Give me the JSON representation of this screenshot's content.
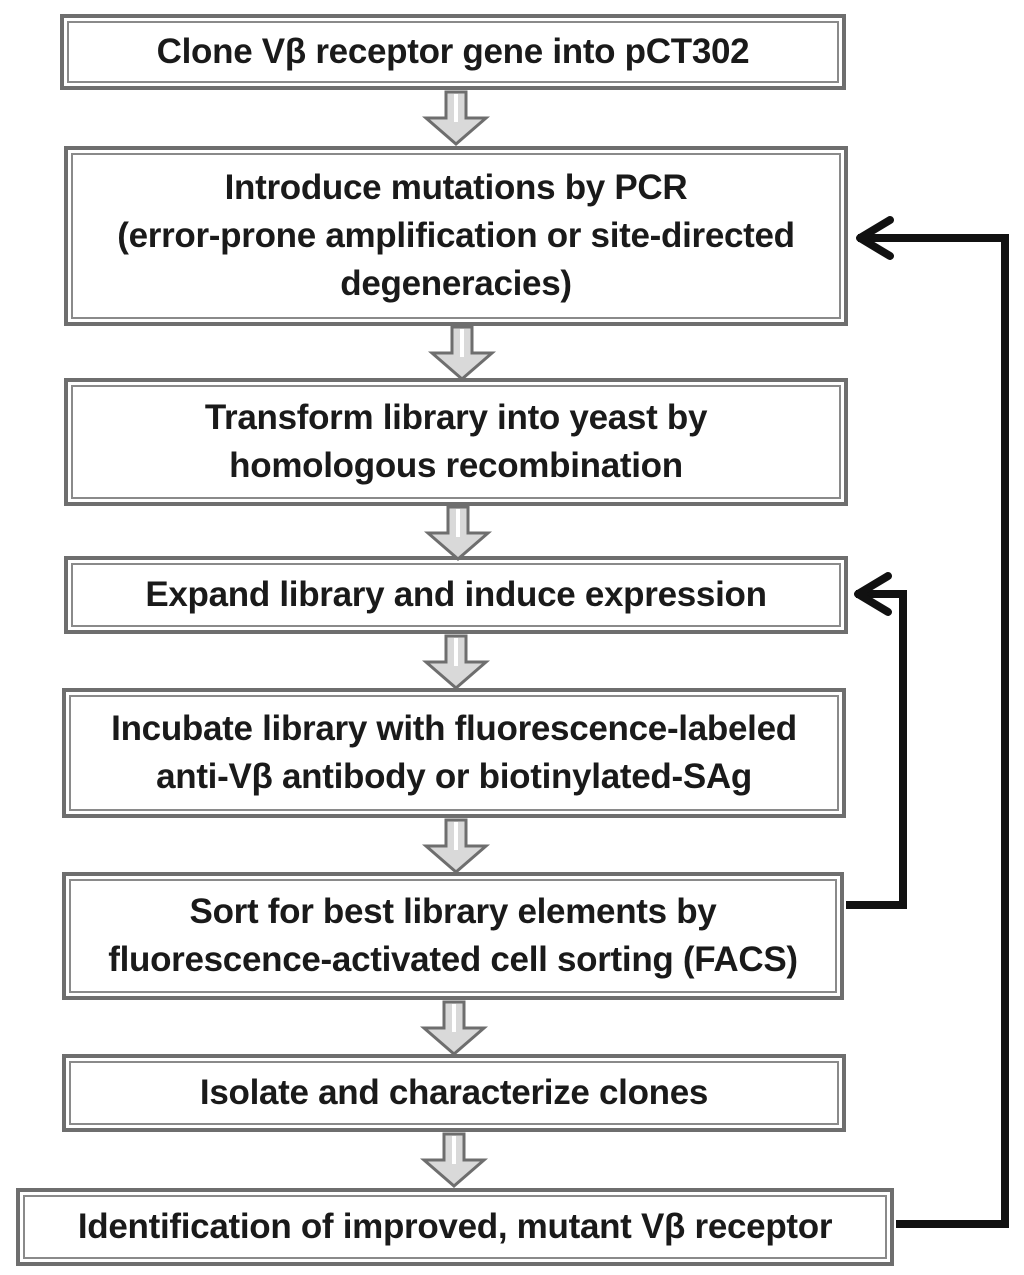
{
  "steps": [
    {
      "lines": [
        "Clone Vβ receptor gene into pCT302"
      ]
    },
    {
      "lines": [
        "Introduce mutations by PCR",
        "(error-prone amplification or site-directed",
        "degeneracies)"
      ]
    },
    {
      "lines": [
        "Transform library into yeast by",
        "homologous recombination"
      ]
    },
    {
      "lines": [
        "Expand library and induce expression"
      ]
    },
    {
      "lines": [
        "Incubate library with fluorescence-labeled",
        "anti-Vβ antibody or biotinylated-SAg"
      ]
    },
    {
      "lines": [
        "Sort for best library elements by",
        "fluorescence-activated cell sorting (FACS)"
      ]
    },
    {
      "lines": [
        "Isolate and characterize clones"
      ]
    },
    {
      "lines": [
        "Identification of improved, mutant Vβ receptor"
      ]
    }
  ],
  "colors": {
    "box_border": "#6e6e6e",
    "down_arrow_fill": "#d9d9d9",
    "down_arrow_stroke": "#6e6e6e",
    "loop_arrow": "#111111",
    "text": "#1a1a1a"
  }
}
